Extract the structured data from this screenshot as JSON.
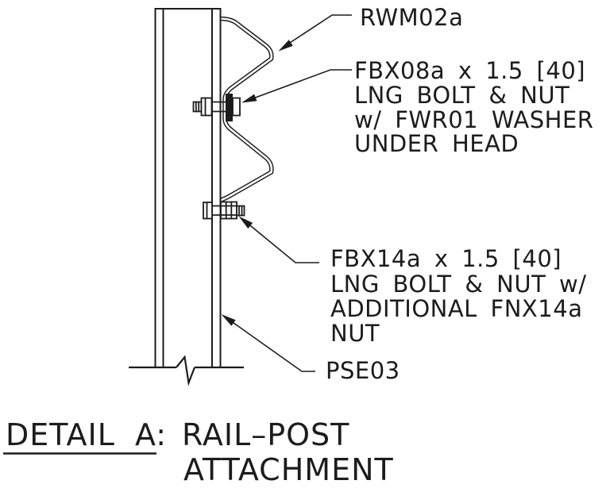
{
  "colors": {
    "ink": "#1c1c1c",
    "background": "#ffffff"
  },
  "callouts": {
    "rail": {
      "line1": "RWM02a"
    },
    "upper_bolt": {
      "line1": "FBX08a x 1.5 [40]",
      "line2": "LNG BOLT & NUT",
      "line3": "w/ FWR01 WASHER",
      "line4": "UNDER HEAD"
    },
    "lower_bolt": {
      "line1": "FBX14a x 1.5 [40]",
      "line2": "LNG BOLT & NUT w/",
      "line3": "ADDITIONAL FNX14a",
      "line4": "NUT"
    },
    "post": {
      "line1": "PSE03"
    }
  },
  "title": {
    "detail_label": "DETAIL A:",
    "subject_line1": "RAIL–POST",
    "subject_line2": "ATTACHMENT"
  }
}
